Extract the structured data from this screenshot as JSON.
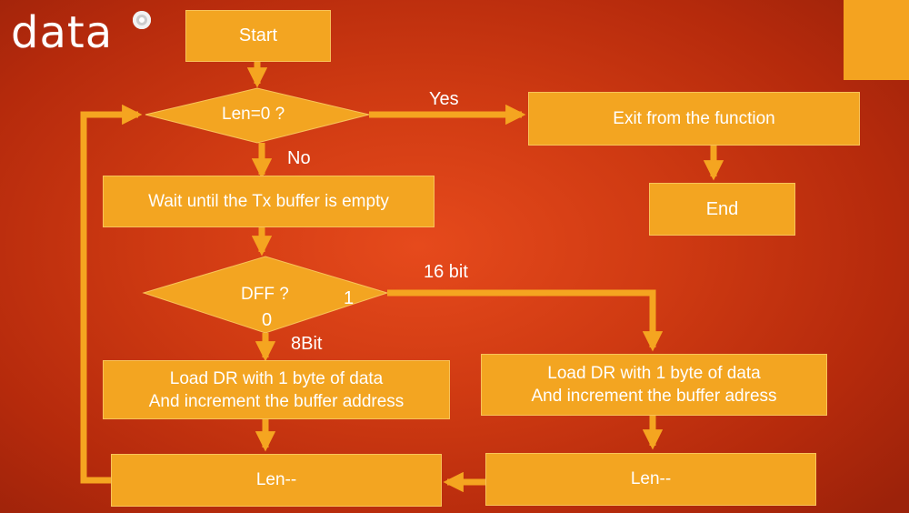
{
  "logo": {
    "text": "data"
  },
  "colors": {
    "box": "#f3a521",
    "arrow": "#f5a520",
    "background": "#d8401a"
  },
  "nodes": {
    "start": "Start",
    "len_check": "Len=0 ?",
    "exit": "Exit from the function",
    "end": "End",
    "wait": "Wait until the Tx buffer is empty",
    "dff_check": "DFF ?",
    "load_8bit": [
      "Load DR with 1 byte of data",
      "And increment the buffer address"
    ],
    "load_16bit": [
      "Load DR with 1 byte of data",
      "And increment the buffer adress"
    ],
    "len_dec_left": "Len--",
    "len_dec_right": "Len--"
  },
  "labels": {
    "yes": "Yes",
    "no": "No",
    "dff_one": "1",
    "dff_zero": "0",
    "sixteen_bit": "16 bit",
    "eight_bit": "8Bit"
  }
}
